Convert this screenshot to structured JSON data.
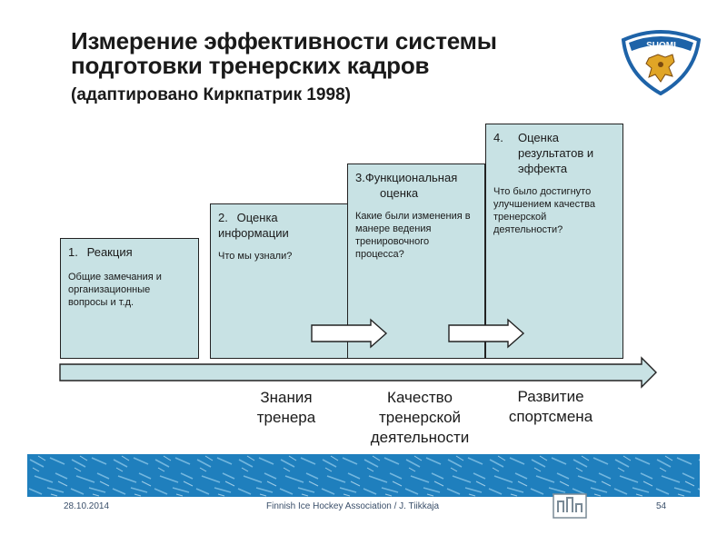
{
  "header": {
    "title_line1": "Измерение эффективности системы",
    "title_line2": "подготовки тренерских кадров",
    "subtitle": "(адаптировано Киркпатрик 1998)"
  },
  "logo": {
    "text": "SUOMI"
  },
  "steps": [
    {
      "number": "1.",
      "label": "Реакция",
      "description": "Общие замечания и организационные вопросы и т.д."
    },
    {
      "number": "2.",
      "label": "Оценка информации",
      "description": "Что мы узнали?"
    },
    {
      "number": "3.",
      "label": "Функциональная оценка",
      "label_line1": "Функциональная",
      "label_line2": "оценка",
      "description": "Какие были изменения в манере ведения тренировочного процесса?"
    },
    {
      "number": "4.",
      "label": "Оценка результатов и эффекта",
      "description": "Что было достигнуто улучшением качества тренерской деятельности?"
    }
  ],
  "outcomes": [
    {
      "line1": "Знания",
      "line2": "тренера",
      "line3": ""
    },
    {
      "line1": "Качество",
      "line2": "тренерской",
      "line3": "деятельности"
    },
    {
      "line1": "Развитие",
      "line2": "спортсмена",
      "line3": ""
    }
  ],
  "footer": {
    "date": "28.10.2014",
    "credit": "Finnish Ice Hockey Association / J. Tiikkaja",
    "page": "54"
  },
  "colors": {
    "box_fill": "#c8e2e4",
    "band": "#1f7fbd",
    "logo_blue": "#1e63a8",
    "logo_gold": "#e0a526"
  }
}
